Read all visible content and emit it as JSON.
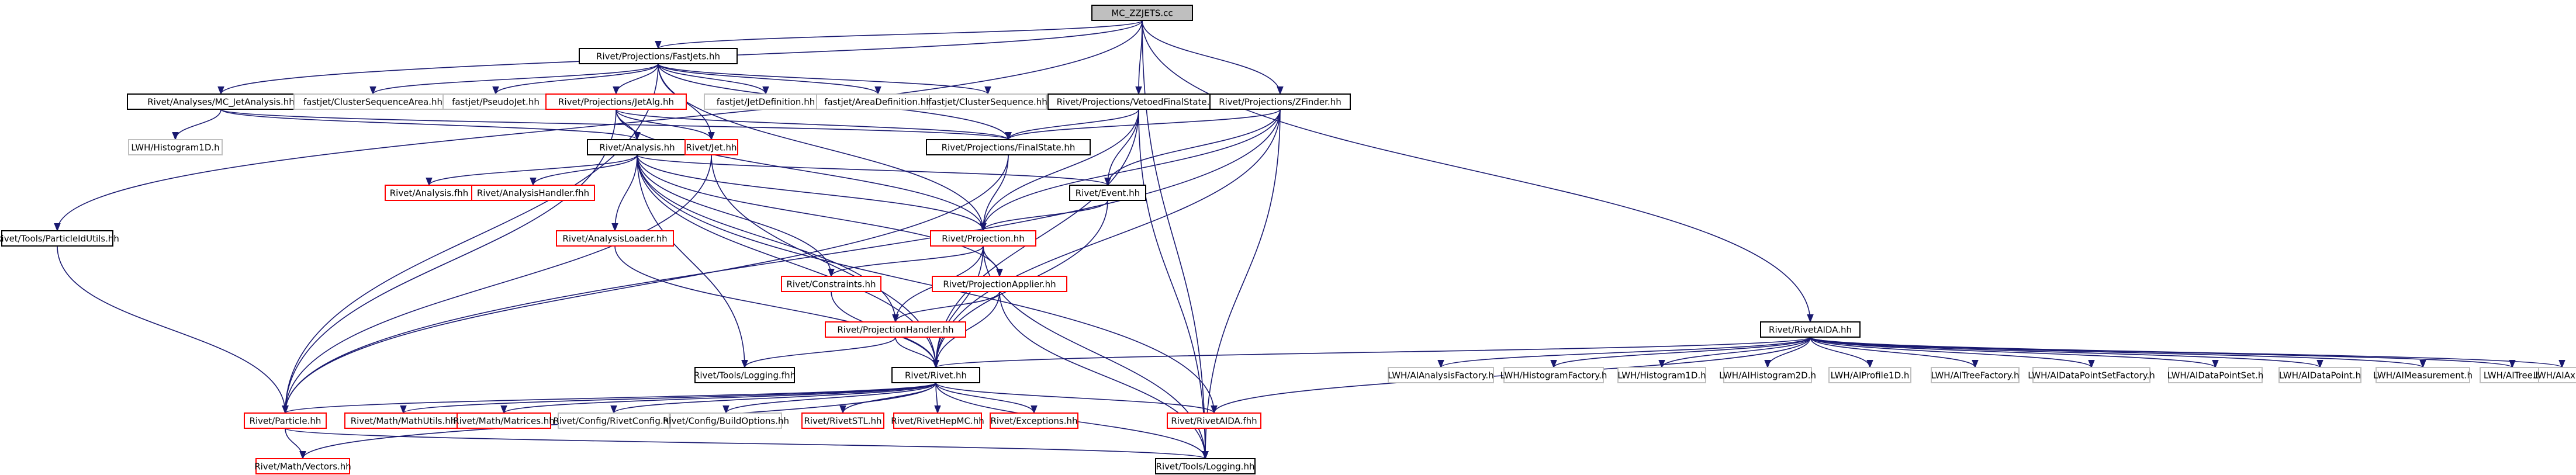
{
  "diagram": {
    "title": "MC_ZZJETS.cc",
    "colors": {
      "root_fill": "#bfbfbf",
      "node_fill": "#ffffff",
      "documented_border": "#000000",
      "undocumented_border": "#ff0000",
      "external_border": "#bfbfbf",
      "edge": "#191970"
    },
    "nodes": [
      {
        "id": "root",
        "label": "MC_ZZJETS.cc",
        "kind": "root"
      },
      {
        "id": "fastjets",
        "label": "Rivet/Projections/FastJets.hh",
        "kind": "documented"
      },
      {
        "id": "vetoed",
        "label": "Rivet/Projections/VetoedFinalState.hh",
        "kind": "documented"
      },
      {
        "id": "zfinder",
        "label": "Rivet/Projections/ZFinder.hh",
        "kind": "documented"
      },
      {
        "id": "mcjet",
        "label": "Rivet/Analyses/MC_JetAnalysis.hh",
        "kind": "documented"
      },
      {
        "id": "fj_csa",
        "label": "fastjet/ClusterSequenceArea.hh",
        "kind": "external"
      },
      {
        "id": "fj_pj",
        "label": "fastjet/PseudoJet.hh",
        "kind": "external"
      },
      {
        "id": "jetalg",
        "label": "Rivet/Projections/JetAlg.hh",
        "kind": "undocumented"
      },
      {
        "id": "fj_jd",
        "label": "fastjet/JetDefinition.hh",
        "kind": "external"
      },
      {
        "id": "fj_ad",
        "label": "fastjet/AreaDefinition.hh",
        "kind": "external"
      },
      {
        "id": "fj_cs",
        "label": "fastjet/ClusterSequence.hh",
        "kind": "external"
      },
      {
        "id": "lwh_h1d_top",
        "label": "LWH/Histogram1D.h",
        "kind": "external"
      },
      {
        "id": "analysis",
        "label": "Rivet/Analysis.hh",
        "kind": "documented"
      },
      {
        "id": "jet",
        "label": "Rivet/Jet.hh",
        "kind": "undocumented"
      },
      {
        "id": "finalstate",
        "label": "Rivet/Projections/FinalState.hh",
        "kind": "documented"
      },
      {
        "id": "analysis_fhh",
        "label": "Rivet/Analysis.fhh",
        "kind": "undocumented"
      },
      {
        "id": "ahandler",
        "label": "Rivet/AnalysisHandler.fhh",
        "kind": "undocumented"
      },
      {
        "id": "event",
        "label": "Rivet/Event.hh",
        "kind": "documented"
      },
      {
        "id": "aloader",
        "label": "Rivet/AnalysisLoader.hh",
        "kind": "undocumented"
      },
      {
        "id": "projection",
        "label": "Rivet/Projection.hh",
        "kind": "undocumented"
      },
      {
        "id": "particleutils",
        "label": "Rivet/Tools/ParticleIdUtils.hh",
        "kind": "documented"
      },
      {
        "id": "constraints",
        "label": "Rivet/Constraints.hh",
        "kind": "undocumented"
      },
      {
        "id": "papplier",
        "label": "Rivet/ProjectionApplier.hh",
        "kind": "undocumented"
      },
      {
        "id": "phandler",
        "label": "Rivet/ProjectionHandler.hh",
        "kind": "undocumented"
      },
      {
        "id": "logging_fhh",
        "label": "Rivet/Tools/Logging.fhh",
        "kind": "documented"
      },
      {
        "id": "rivet",
        "label": "Rivet/Rivet.hh",
        "kind": "documented"
      },
      {
        "id": "particle",
        "label": "Rivet/Particle.hh",
        "kind": "undocumented"
      },
      {
        "id": "mathutils",
        "label": "Rivet/Math/MathUtils.hh",
        "kind": "undocumented"
      },
      {
        "id": "matrices",
        "label": "Rivet/Math/Matrices.hh",
        "kind": "undocumented"
      },
      {
        "id": "rivetconfig",
        "label": "Rivet/Config/RivetConfig.hh",
        "kind": "external"
      },
      {
        "id": "buildopts",
        "label": "Rivet/Config/BuildOptions.hh",
        "kind": "external"
      },
      {
        "id": "rivetstl",
        "label": "Rivet/RivetSTL.hh",
        "kind": "undocumented"
      },
      {
        "id": "rivethepmc",
        "label": "Rivet/RivetHepMC.hh",
        "kind": "undocumented"
      },
      {
        "id": "exceptions",
        "label": "Rivet/Exceptions.hh",
        "kind": "undocumented"
      },
      {
        "id": "rivetaida_fhh",
        "label": "Rivet/RivetAIDA.fhh",
        "kind": "undocumented"
      },
      {
        "id": "vectors",
        "label": "Rivet/Math/Vectors.hh",
        "kind": "undocumented"
      },
      {
        "id": "logging_hh",
        "label": "Rivet/Tools/Logging.hh",
        "kind": "documented"
      },
      {
        "id": "rivetaida_hh",
        "label": "Rivet/RivetAIDA.hh",
        "kind": "documented"
      },
      {
        "id": "lwh_af",
        "label": "LWH/AIAnalysisFactory.h",
        "kind": "external"
      },
      {
        "id": "lwh_hf",
        "label": "LWH/HistogramFactory.h",
        "kind": "external"
      },
      {
        "id": "lwh_h1d",
        "label": "LWH/Histogram1D.h",
        "kind": "external"
      },
      {
        "id": "lwh_h2d",
        "label": "LWH/AIHistogram2D.h",
        "kind": "external"
      },
      {
        "id": "lwh_p1d",
        "label": "LWH/AIProfile1D.h",
        "kind": "external"
      },
      {
        "id": "lwh_tf",
        "label": "LWH/AITreeFactory.h",
        "kind": "external"
      },
      {
        "id": "lwh_dpsf",
        "label": "LWH/AIDataPointSetFactory.h",
        "kind": "external"
      },
      {
        "id": "lwh_dps",
        "label": "LWH/AIDataPointSet.h",
        "kind": "external"
      },
      {
        "id": "lwh_dp",
        "label": "LWH/AIDataPoint.h",
        "kind": "external"
      },
      {
        "id": "lwh_meas",
        "label": "LWH/AIMeasurement.h",
        "kind": "external"
      },
      {
        "id": "lwh_tree",
        "label": "LWH/AITree.h",
        "kind": "external"
      },
      {
        "id": "lwh_axis",
        "label": "LWH/AIAxis.h",
        "kind": "external"
      }
    ],
    "edges": [
      [
        "root",
        "fastjets"
      ],
      [
        "root",
        "vetoed"
      ],
      [
        "root",
        "zfinder"
      ],
      [
        "root",
        "mcjet"
      ],
      [
        "root",
        "particleutils"
      ],
      [
        "root",
        "logging_hh"
      ],
      [
        "root",
        "rivetaida_hh"
      ],
      [
        "fastjets",
        "fj_csa"
      ],
      [
        "fastjets",
        "fj_pj"
      ],
      [
        "fastjets",
        "jetalg"
      ],
      [
        "fastjets",
        "fj_jd"
      ],
      [
        "fastjets",
        "fj_ad"
      ],
      [
        "fastjets",
        "fj_cs"
      ],
      [
        "fastjets",
        "finalstate"
      ],
      [
        "fastjets",
        "jet"
      ],
      [
        "fastjets",
        "particle"
      ],
      [
        "fastjets",
        "projection"
      ],
      [
        "mcjet",
        "lwh_h1d_top"
      ],
      [
        "mcjet",
        "analysis"
      ],
      [
        "mcjet",
        "finalstate"
      ],
      [
        "jetalg",
        "analysis"
      ],
      [
        "jetalg",
        "jet"
      ],
      [
        "jetalg",
        "particle"
      ],
      [
        "jetalg",
        "projection"
      ],
      [
        "jetalg",
        "finalstate"
      ],
      [
        "vetoed",
        "finalstate"
      ],
      [
        "vetoed",
        "event"
      ],
      [
        "vetoed",
        "projection"
      ],
      [
        "vetoed",
        "rivet"
      ],
      [
        "vetoed",
        "logging_hh"
      ],
      [
        "zfinder",
        "finalstate"
      ],
      [
        "zfinder",
        "event"
      ],
      [
        "zfinder",
        "projection"
      ],
      [
        "zfinder",
        "rivet"
      ],
      [
        "zfinder",
        "particle"
      ],
      [
        "zfinder",
        "logging_hh"
      ],
      [
        "analysis",
        "analysis_fhh"
      ],
      [
        "analysis",
        "ahandler"
      ],
      [
        "analysis",
        "aloader"
      ],
      [
        "analysis",
        "event"
      ],
      [
        "analysis",
        "projection"
      ],
      [
        "analysis",
        "constraints"
      ],
      [
        "analysis",
        "papplier"
      ],
      [
        "analysis",
        "phandler"
      ],
      [
        "analysis",
        "logging_fhh"
      ],
      [
        "analysis",
        "rivet"
      ],
      [
        "analysis",
        "rivetaida_fhh"
      ],
      [
        "jet",
        "rivet"
      ],
      [
        "jet",
        "particle"
      ],
      [
        "finalstate",
        "projection"
      ],
      [
        "finalstate",
        "particle"
      ],
      [
        "event",
        "projection"
      ],
      [
        "event",
        "rivet"
      ],
      [
        "aloader",
        "rivet"
      ],
      [
        "projection",
        "constraints"
      ],
      [
        "projection",
        "papplier"
      ],
      [
        "projection",
        "phandler"
      ],
      [
        "projection",
        "rivet"
      ],
      [
        "projection",
        "logging_hh"
      ],
      [
        "papplier",
        "phandler"
      ],
      [
        "papplier",
        "rivet"
      ],
      [
        "papplier",
        "logging_hh"
      ],
      [
        "phandler",
        "logging_fhh"
      ],
      [
        "phandler",
        "rivet"
      ],
      [
        "particleutils",
        "particle"
      ],
      [
        "constraints",
        "rivet"
      ],
      [
        "rivet",
        "particle"
      ],
      [
        "rivet",
        "mathutils"
      ],
      [
        "rivet",
        "matrices"
      ],
      [
        "rivet",
        "rivetconfig"
      ],
      [
        "rivet",
        "buildopts"
      ],
      [
        "rivet",
        "rivetstl"
      ],
      [
        "rivet",
        "rivethepmc"
      ],
      [
        "rivet",
        "exceptions"
      ],
      [
        "rivet",
        "rivetaida_fhh"
      ],
      [
        "rivet",
        "vectors"
      ],
      [
        "rivet",
        "logging_hh"
      ],
      [
        "particle",
        "vectors"
      ],
      [
        "particle",
        "logging_hh"
      ],
      [
        "rivetaida_hh",
        "rivet"
      ],
      [
        "rivetaida_hh",
        "rivetaida_fhh"
      ],
      [
        "rivetaida_hh",
        "lwh_af"
      ],
      [
        "rivetaida_hh",
        "lwh_hf"
      ],
      [
        "rivetaida_hh",
        "lwh_h1d"
      ],
      [
        "rivetaida_hh",
        "lwh_h2d"
      ],
      [
        "rivetaida_hh",
        "lwh_p1d"
      ],
      [
        "rivetaida_hh",
        "lwh_tf"
      ],
      [
        "rivetaida_hh",
        "lwh_dpsf"
      ],
      [
        "rivetaida_hh",
        "lwh_dps"
      ],
      [
        "rivetaida_hh",
        "lwh_dp"
      ],
      [
        "rivetaida_hh",
        "lwh_meas"
      ],
      [
        "rivetaida_hh",
        "lwh_tree"
      ],
      [
        "rivetaida_hh",
        "lwh_axis"
      ]
    ]
  }
}
